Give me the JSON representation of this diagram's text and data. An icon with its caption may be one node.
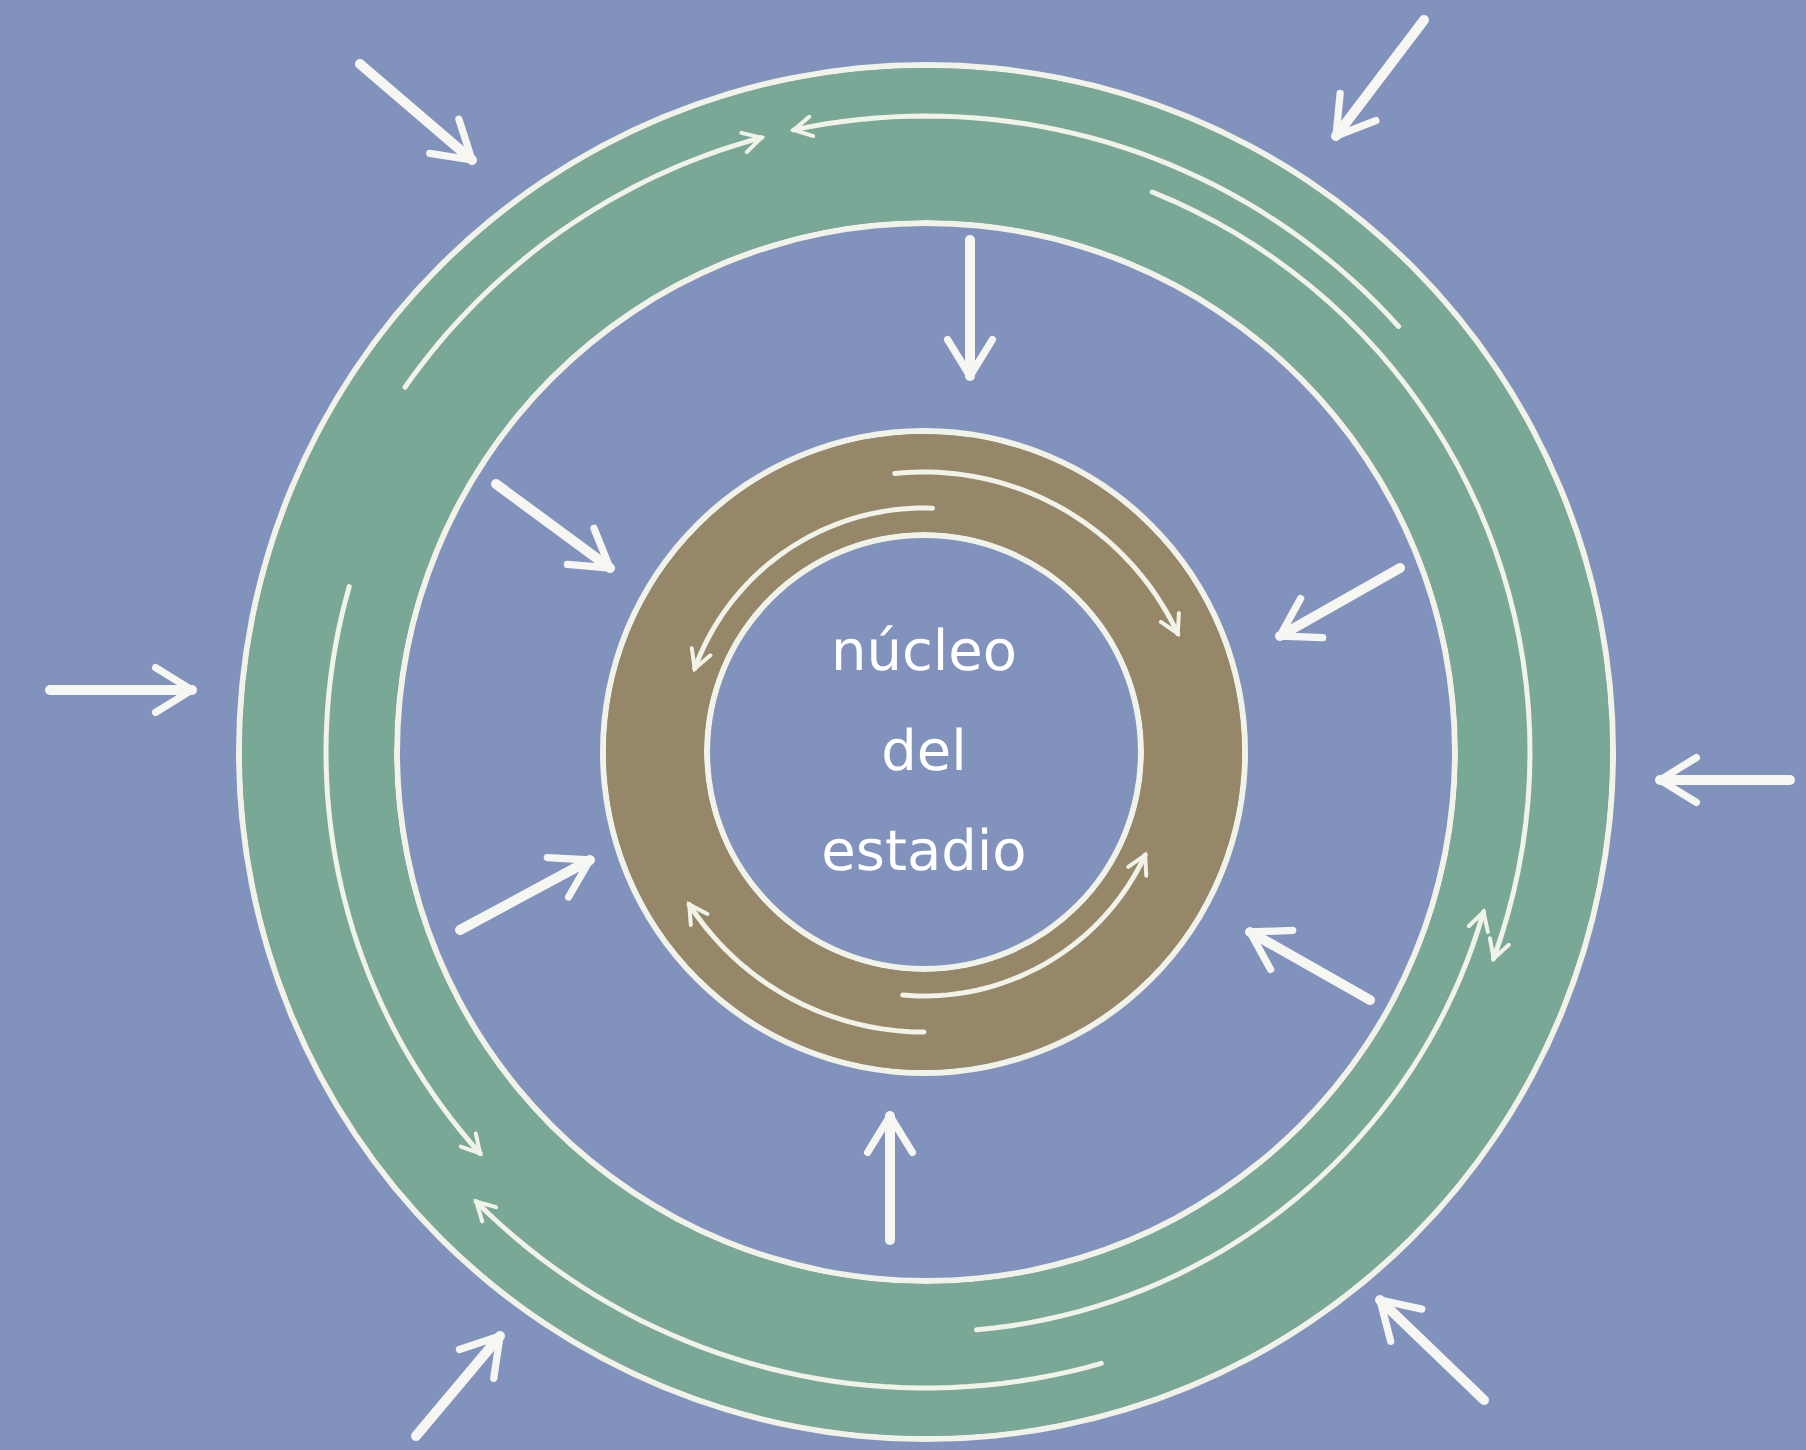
{
  "diagram": {
    "nodes": [
      {
        "text": [],
        "shape": "circle"
      },
      {
        "text": [
          "núcleo del estadio"
        ],
        "in": 0
      }
    ]
  }
}
